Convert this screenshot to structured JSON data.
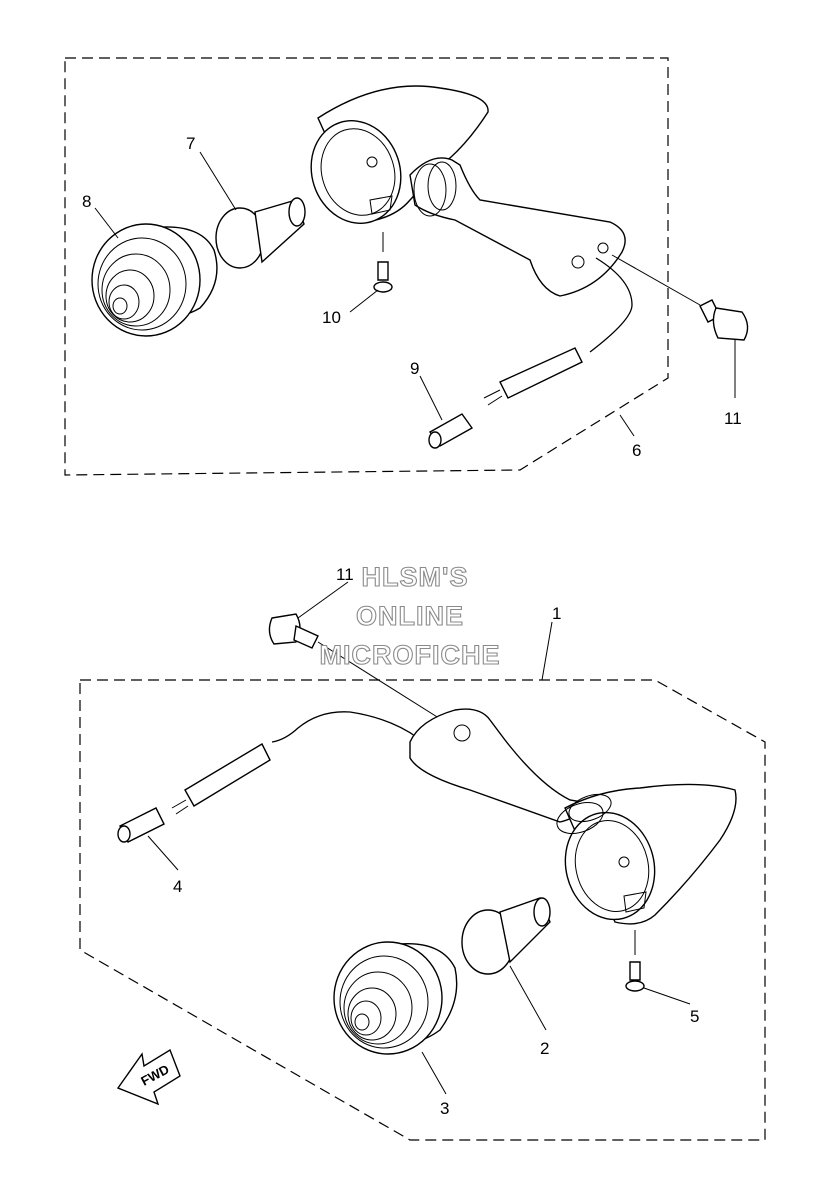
{
  "diagram": {
    "callouts": {
      "c1": "1",
      "c2": "2",
      "c3": "3",
      "c4": "4",
      "c5": "5",
      "c6": "6",
      "c7": "7",
      "c8": "8",
      "c9": "9",
      "c10": "10",
      "c11_upper": "11",
      "c11_lower": "11"
    },
    "watermark": {
      "line1": "HLSM'S",
      "line2": "ONLINE",
      "line3": "MICROFICHE"
    },
    "fwd_label": "FWD"
  }
}
